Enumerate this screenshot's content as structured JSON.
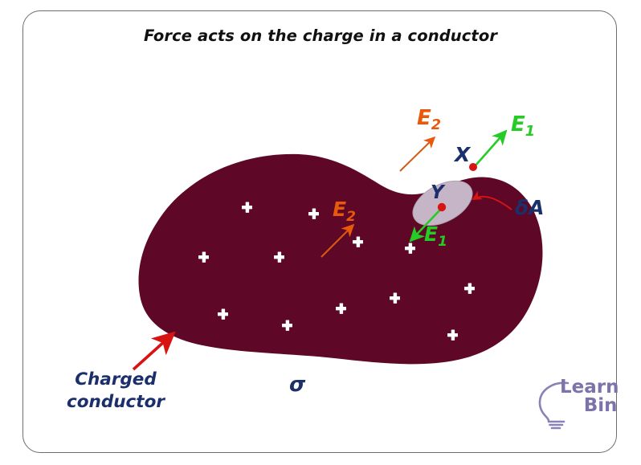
{
  "figure": {
    "title": "Force acts on the charge in a conductor",
    "background_color": "#ffffff",
    "frame_color": "#6d6d6d"
  },
  "colors": {
    "conductor_fill": "#5E0726",
    "patch_fill": "#C6B5C6",
    "patch_stroke": "#AFA0B0",
    "field_E1": "#25CC25",
    "field_E2": "#E8590C",
    "navy_label": "#1B2F6B",
    "pointer_red": "#D71313",
    "charge_plus": "#ffffff",
    "logo_purple": "#7d73ab"
  },
  "labels": {
    "E2_outer": {
      "symbol": "E",
      "subscript": "2",
      "color": "#E8590C"
    },
    "E1_outer": {
      "symbol": "E",
      "subscript": "1",
      "color": "#25CC25"
    },
    "E2_inner": {
      "symbol": "E",
      "subscript": "2",
      "color": "#E8590C"
    },
    "E1_inner": {
      "symbol": "E",
      "subscript": "1",
      "color": "#25CC25"
    },
    "point_X": "X",
    "point_Y": "Y",
    "patch_area": "δA",
    "surface_charge_density": "σ",
    "annotation_line1": "Charged",
    "annotation_line2": "conductor"
  },
  "logo": {
    "line1": "Learn",
    "line2": "Bin",
    "icon": "lightbulb-icon"
  },
  "diagram_elements": {
    "conductor_blob": "irregular closed charged conductor body",
    "surface_patch": "small elliptical area element on upper-right surface",
    "point_X_location": "just outside the conductor surface",
    "point_Y_location": "on the conductor surface inside the area element",
    "plus_charges_count": 12,
    "arrows": [
      {
        "name": "E2-outer-arrow",
        "color": "#E8590C",
        "direction": "up-right",
        "from": "outside-surface",
        "to": "label-E2"
      },
      {
        "name": "E1-outer-arrow",
        "color": "#25CC25",
        "direction": "up-right",
        "from": "point-X",
        "to": "label-E1"
      },
      {
        "name": "E2-inner-arrow",
        "color": "#E8590C",
        "direction": "up-right",
        "from": "inside-conductor",
        "to": "label-E2"
      },
      {
        "name": "E1-inner-arrow",
        "color": "#25CC25",
        "direction": "down-left",
        "from": "point-Y",
        "to": "inside-conductor"
      },
      {
        "name": "deltaA-pointer",
        "color": "#D71313",
        "direction": "left",
        "from": "label-deltaA",
        "to": "surface-patch"
      },
      {
        "name": "charged-conductor-pointer",
        "color": "#D71313",
        "direction": "up-right",
        "from": "annotation",
        "to": "conductor-edge"
      }
    ]
  }
}
